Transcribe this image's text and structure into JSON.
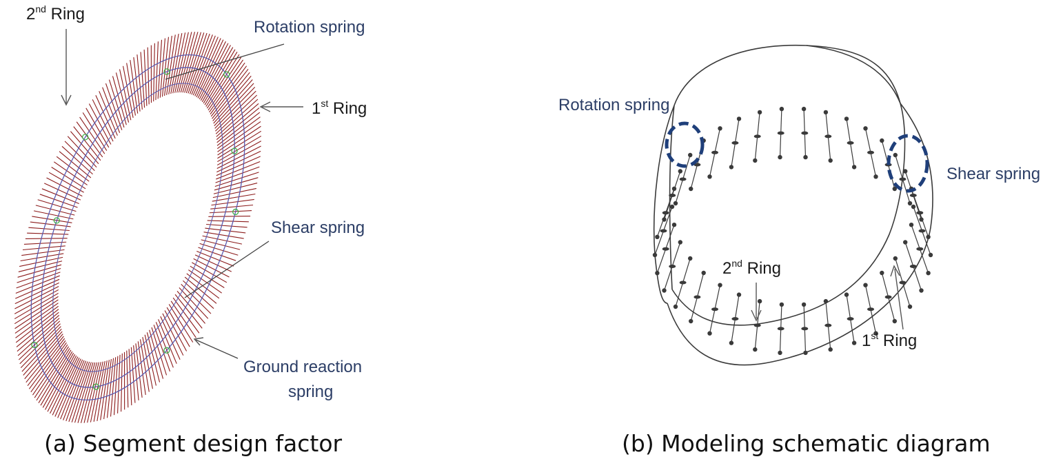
{
  "panel_a": {
    "caption": "(a) Segment design factor",
    "labels": {
      "second_ring": {
        "main": "2",
        "sup": "nd",
        "rest": " Ring"
      },
      "first_ring": {
        "main": "1",
        "sup": "st",
        "rest": " Ring"
      },
      "rotation_spring": "Rotation spring",
      "shear_spring": "Shear spring",
      "ground_reaction_line1": "Ground reaction",
      "ground_reaction_line2": "spring"
    }
  },
  "panel_b": {
    "caption": "(b) Modeling schematic diagram",
    "labels": {
      "rotation_spring": "Rotation spring",
      "shear_spring": "Shear spring",
      "second_ring": {
        "main": "2",
        "sup": "nd",
        "rest": " Ring"
      },
      "first_ring": {
        "main": "1",
        "sup": "st",
        "rest": " Ring"
      }
    }
  },
  "colors": {
    "spring_red": "#8b1a1a",
    "ring_blue": "#5a5ab0",
    "label_blue": "#2c3e66",
    "highlight_blue": "#1f3f7a",
    "mesh_gray": "#3a3a3a"
  }
}
